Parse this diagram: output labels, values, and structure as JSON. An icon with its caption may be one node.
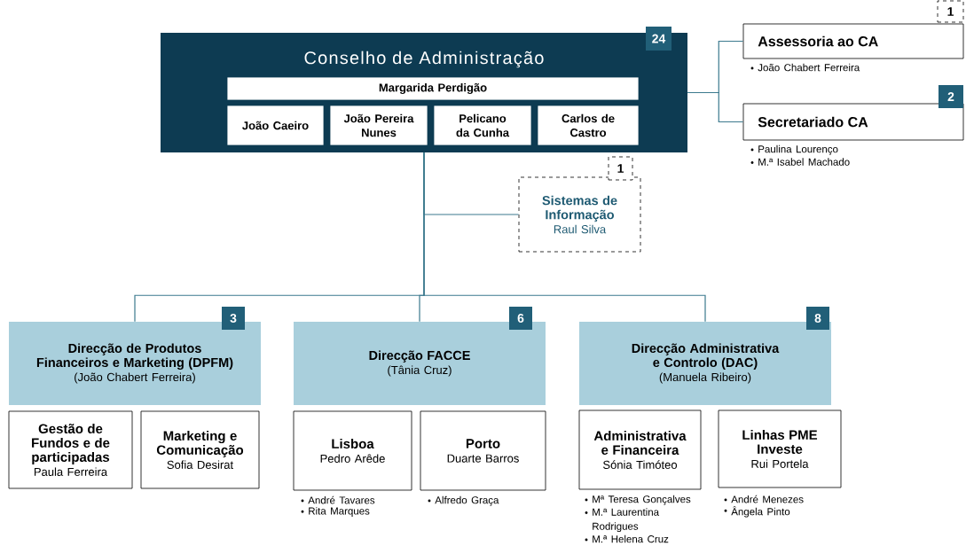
{
  "diagram": {
    "nodes": [
      {
        "text": [
          "Conselho de Administração"
        ],
        "beside": [
          "24"
        ]
      },
      {
        "text": [
          "Margarida Perdigão"
        ],
        "in": 0
      },
      {
        "text": [
          "João Caeiro"
        ],
        "in": 0
      },
      {
        "text": [
          "João Pereira Nunes"
        ],
        "in": 0
      },
      {
        "text": [
          "Pelicano da Cunha"
        ],
        "in": 0
      },
      {
        "text": [
          "Carlos de Castro"
        ],
        "in": 0
      },
      {
        "text": [
          "Assessoria ao CA"
        ],
        "beside": [
          "1",
          "João Chabert Ferreira"
        ]
      },
      {
        "text": [
          "Secretariado CA"
        ],
        "beside": [
          "2",
          "Paulina Lourenço",
          "M.ª Isabel Machado"
        ]
      },
      {
        "text": [
          "Sistemas de Informação",
          "Raul Silva"
        ],
        "beside": [
          "1"
        ]
      },
      {
        "text": [
          "Direcção de Produtos Financeiros e Marketing (DPFM)",
          "(João Chabert Ferreira)"
        ],
        "beside": [
          "3"
        ]
      },
      {
        "text": [
          "Direcção FACCE",
          "(Tânia Cruz)"
        ],
        "beside": [
          "6"
        ]
      },
      {
        "text": [
          "Direcção Administrativa e Controlo (DAC)",
          "(Manuela Ribeiro)"
        ],
        "beside": [
          "8"
        ]
      },
      {
        "text": [
          "Gestão de Fundos e de participadas",
          "Paula Ferreira"
        ]
      },
      {
        "text": [
          "Marketing e Comunicação",
          "Sofia Desirat"
        ]
      },
      {
        "text": [
          "Lisboa",
          "Pedro Arêde"
        ],
        "beside": [
          "André Tavares",
          "Rita Marques"
        ]
      },
      {
        "text": [
          "Porto",
          "Duarte Barros"
        ],
        "beside": [
          "Alfredo Graça"
        ]
      },
      {
        "text": [
          "Administrativa e Financeira",
          "Sónia Timóteo"
        ],
        "beside": [
          "Mª Teresa Gonçalves",
          "M.ª Laurentina Rodrigues",
          "M.ª Helena Cruz"
        ]
      },
      {
        "text": [
          "Linhas PME Investe",
          "Rui Portela"
        ],
        "beside": [
          "André Menezes",
          "Ângela Pinto"
        ]
      }
    ],
    "edges": [
      {
        "from": 0,
        "to": 6,
        "arrow": "none"
      },
      {
        "from": 0,
        "to": 7,
        "arrow": "none"
      },
      {
        "from": 0,
        "to": 8,
        "arrow": "none"
      },
      {
        "from": 0,
        "to": 9,
        "arrow": "none"
      },
      {
        "from": 0,
        "to": 10,
        "arrow": "none"
      },
      {
        "from": 0,
        "to": 11,
        "arrow": "none"
      }
    ]
  }
}
